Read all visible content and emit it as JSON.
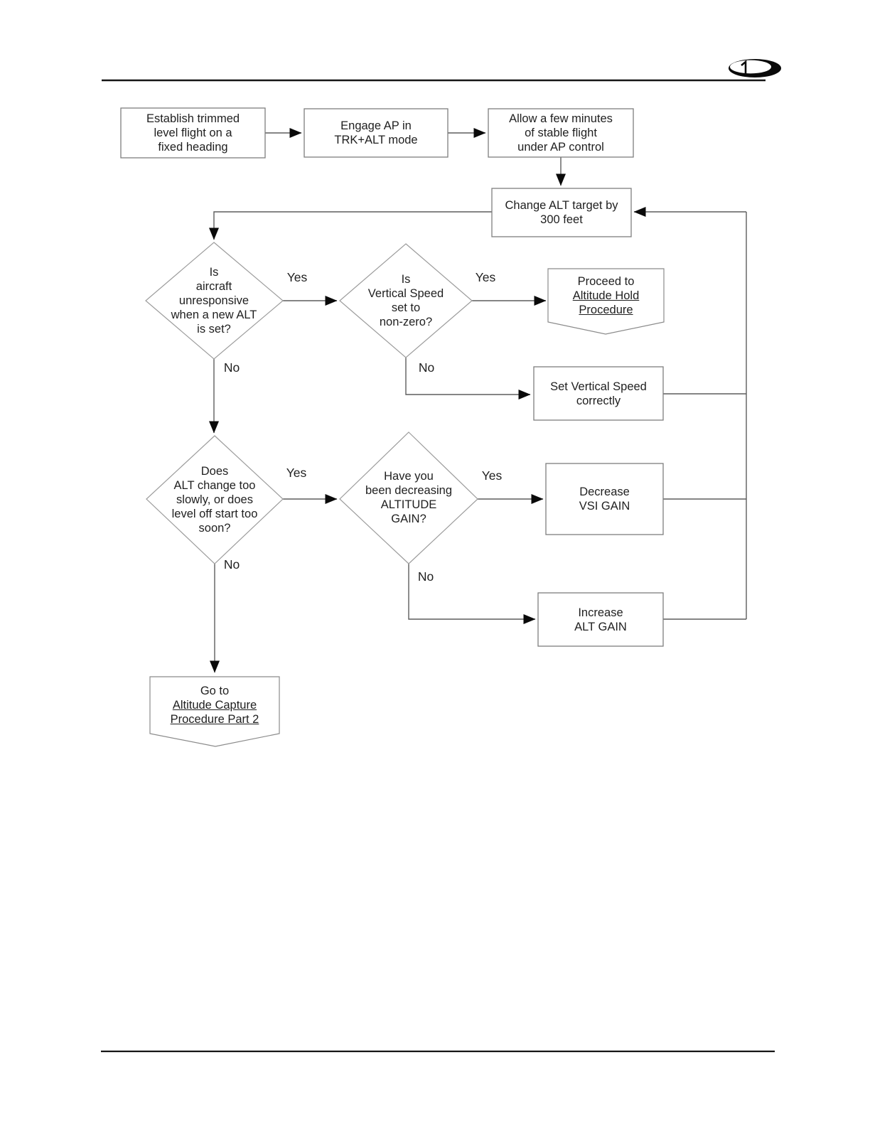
{
  "header": {
    "logo": "ellipse-brand-logo"
  },
  "nodes": {
    "start": {
      "lines": [
        "Establish trimmed",
        "level flight on a",
        "fixed heading"
      ]
    },
    "engage": {
      "lines": [
        "Engage AP in",
        "TRK+ALT mode"
      ]
    },
    "stable": {
      "lines": [
        "Allow a few minutes",
        "of stable flight",
        "under AP control"
      ]
    },
    "change_alt": {
      "lines": [
        "Change ALT target by",
        "300 feet"
      ]
    },
    "d_unresponsive": {
      "lines": [
        "Is",
        "aircraft",
        "unresponsive",
        "when a new ALT",
        "is set?"
      ]
    },
    "d_vs_nonzero": {
      "lines": [
        "Is",
        "Vertical Speed",
        "set to",
        "non-zero?"
      ]
    },
    "proceed": {
      "lines": [
        "Proceed to",
        "Altitude Hold",
        "Procedure"
      ]
    },
    "set_vs": {
      "lines": [
        "Set Vertical Speed",
        "correctly"
      ]
    },
    "d_alt_change": {
      "lines": [
        "Does",
        "ALT change too",
        "slowly, or does",
        "level off start too",
        "soon?"
      ]
    },
    "d_decreasing": {
      "lines": [
        "Have you",
        "been decreasing",
        "ALTITUDE",
        "GAIN?"
      ]
    },
    "decrease_vsi": {
      "lines": [
        "Decrease",
        "VSI GAIN"
      ]
    },
    "increase_alt": {
      "lines": [
        "Increase",
        "ALT GAIN"
      ]
    },
    "goto_part2": {
      "lines": [
        "Go to",
        "Altitude Capture",
        "Procedure Part 2"
      ]
    }
  },
  "edge_labels": {
    "d1_yes": "Yes",
    "d1_no": "No",
    "d2_yes": "Yes",
    "d2_no": "No",
    "d3_yes": "Yes",
    "d3_no": "No",
    "d4_yes": "Yes",
    "d4_no": "No"
  },
  "colors": {
    "background": "#ffffff",
    "text": "#1f1f1f",
    "box_border": "#7e7e7e",
    "diamond_border": "#9c9c9c",
    "connector": "#5d5d5d",
    "arrowhead": "#0a0a0a",
    "rule": "#151515"
  }
}
